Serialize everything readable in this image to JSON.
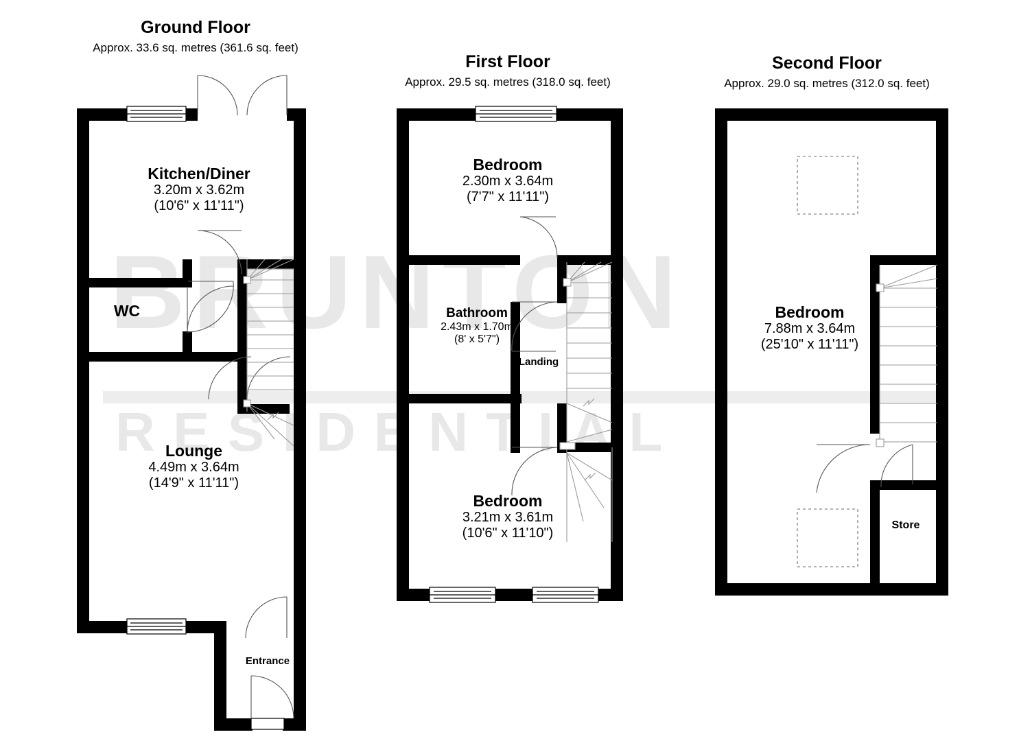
{
  "document": {
    "type": "floor-plan",
    "watermark": {
      "line1": "BRUNTON",
      "line2": "RESIDENTIAL",
      "color": "#e8e8e8"
    },
    "ink_color": "#000000",
    "background": "#ffffff"
  },
  "floors": [
    {
      "id": "ground",
      "title": "Ground Floor",
      "area_note": "Approx. 33.6 sq. metres (361.6 sq. feet)",
      "rooms": [
        {
          "name": "Kitchen/Diner",
          "metric": "3.20m x 3.62m",
          "imperial": "(10'6\" x 11'11\")"
        },
        {
          "name": "WC",
          "metric": "",
          "imperial": ""
        },
        {
          "name": "Lounge",
          "metric": "4.49m x 3.64m",
          "imperial": "(14'9\" x 11'11\")"
        },
        {
          "name": "Entrance",
          "metric": "",
          "imperial": ""
        }
      ]
    },
    {
      "id": "first",
      "title": "First Floor",
      "area_note": "Approx. 29.5 sq. metres (318.0 sq. feet)",
      "rooms": [
        {
          "name": "Bedroom",
          "metric": "2.30m x 3.64m",
          "imperial": "(7'7\" x 11'11\")"
        },
        {
          "name": "Bathroom",
          "metric": "2.43m x 1.70m",
          "imperial": "(8' x 5'7\")"
        },
        {
          "name": "Landing",
          "metric": "",
          "imperial": ""
        },
        {
          "name": "Bedroom",
          "metric": "3.21m x 3.61m",
          "imperial": "(10'6\" x 11'10\")"
        }
      ]
    },
    {
      "id": "second",
      "title": "Second Floor",
      "area_note": "Approx. 29.0 sq. metres (312.0 sq. feet)",
      "rooms": [
        {
          "name": "Bedroom",
          "metric": "7.88m x 3.64m",
          "imperial": "(25'10\" x 11'11\")"
        },
        {
          "name": "Store",
          "metric": "",
          "imperial": ""
        }
      ]
    }
  ]
}
